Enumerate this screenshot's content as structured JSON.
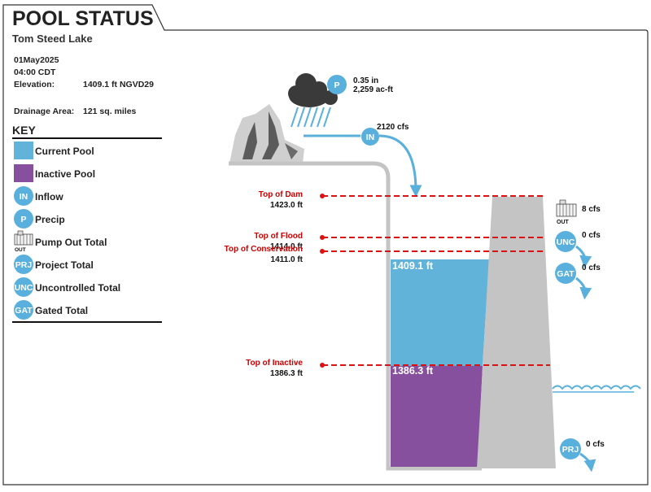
{
  "header": {
    "title": "POOL STATUS",
    "lake_name": "Tom Steed Lake"
  },
  "info": {
    "date": "01May2025",
    "time": "04:00 CDT",
    "elevation_label": "Elevation:",
    "elevation_value": "1409.1 ft NGVD29",
    "drainage_label": "Drainage Area:",
    "drainage_value": "121 sq. miles"
  },
  "key": {
    "heading": "KEY",
    "items": [
      {
        "label": "Current Pool",
        "badge": ""
      },
      {
        "label": "Inactive Pool",
        "badge": ""
      },
      {
        "label": "Inflow",
        "badge": "IN"
      },
      {
        "label": "Precip",
        "badge": "P"
      },
      {
        "label": "Pump Out Total",
        "badge": "OUT"
      },
      {
        "label": "Project Total",
        "badge": "PRJ"
      },
      {
        "label": "Uncontrolled Total",
        "badge": "UNC"
      },
      {
        "label": "Gated Total",
        "badge": "GAT"
      }
    ]
  },
  "precip": {
    "badge": "P",
    "amount": "0.35 in",
    "volume": "2,259 ac-ft"
  },
  "inflow": {
    "badge": "IN",
    "value": "2120 cfs"
  },
  "levels": {
    "top_of_dam": {
      "name": "Top of Dam",
      "value": "1423.0 ft"
    },
    "top_of_flood": {
      "name": "Top of Flood",
      "value": "1414.0 ft"
    },
    "top_of_conservation": {
      "name": "Top of Conservation",
      "value": "1411.0 ft"
    },
    "top_of_inactive": {
      "name": "Top of Inactive",
      "value": "1386.3 ft"
    }
  },
  "pool": {
    "current": "1409.1 ft",
    "inactive": "1386.3 ft"
  },
  "outflows": {
    "pump_out": {
      "badge": "OUT",
      "value": "8 cfs"
    },
    "uncontrolled": {
      "badge": "UNC",
      "value": "0 cfs"
    },
    "gated": {
      "badge": "GAT",
      "value": "0 cfs"
    },
    "project": {
      "badge": "PRJ",
      "value": "0 cfs"
    }
  },
  "colors": {
    "current_pool": "#62b3da",
    "inactive_pool": "#86509e",
    "badge": "#5ab0dc",
    "level_line": "#dd1111",
    "dam": "#c4c4c4",
    "cloud": "#3a3a3a"
  }
}
